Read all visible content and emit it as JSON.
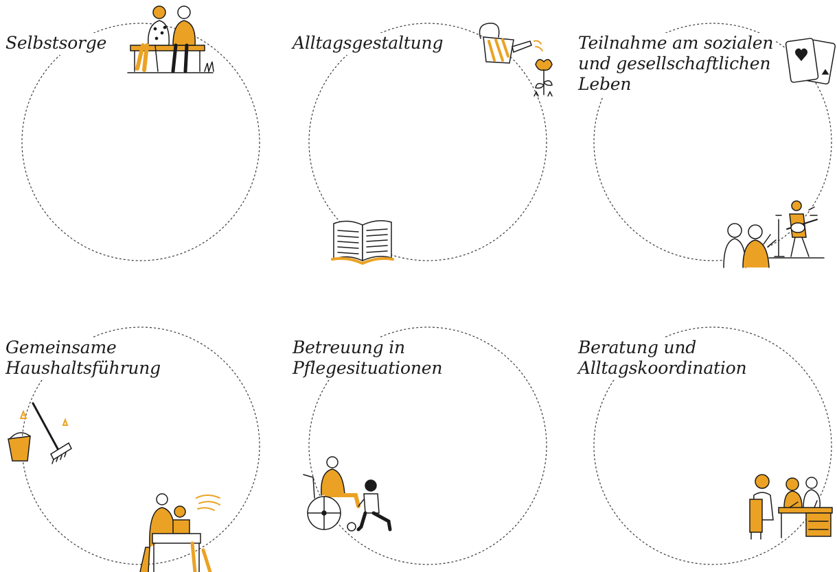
{
  "colors": {
    "accent": "#eba224",
    "ink": "#1b1b1b",
    "ring": "#3a3a3a"
  },
  "tiles": [
    {
      "title_lines": [
        "Selbstsorge"
      ],
      "illustrations": [
        "seniors-on-bench-icon"
      ]
    },
    {
      "title_lines": [
        "Alltagsgestaltung"
      ],
      "illustrations": [
        "watering-can-icon",
        "flower-icon",
        "open-book-icon"
      ]
    },
    {
      "title_lines": [
        "Teilnahme am sozialen",
        "und gesellschaftlichen",
        "Leben"
      ],
      "illustrations": [
        "playing-cards-icon",
        "concert-audience-icon"
      ]
    },
    {
      "title_lines": [
        "Gemeinsame",
        "Haushaltsführung"
      ],
      "illustrations": [
        "bucket-and-mop-icon",
        "cooking-together-icon"
      ]
    },
    {
      "title_lines": [
        "Betreuung in",
        "Pflegesituationen"
      ],
      "illustrations": [
        "wheelchair-care-icon"
      ]
    },
    {
      "title_lines": [
        "Beratung und",
        "Alltagskoordination"
      ],
      "illustrations": [
        "consultation-desk-icon"
      ]
    }
  ]
}
